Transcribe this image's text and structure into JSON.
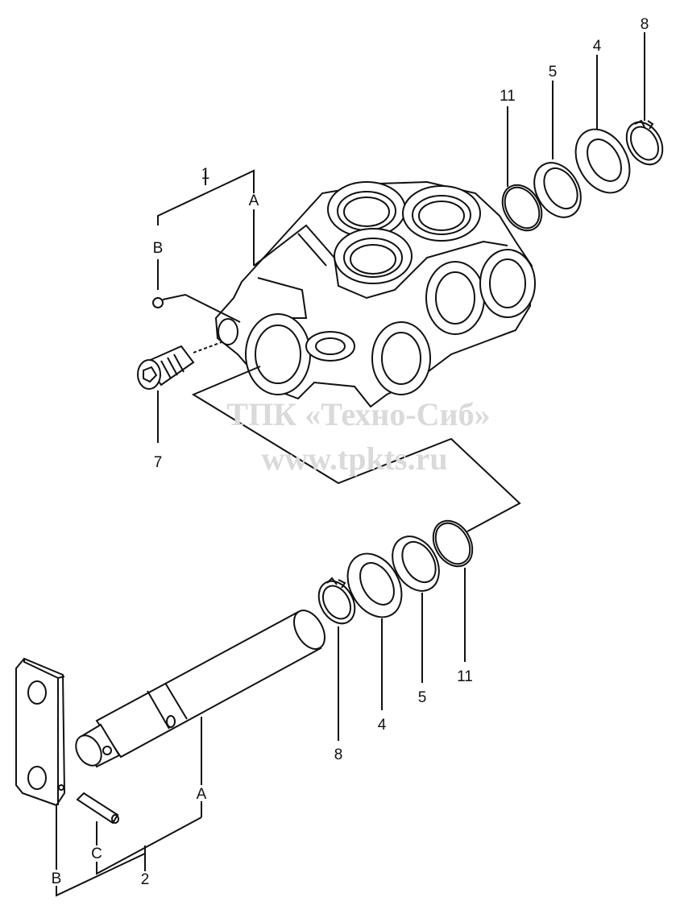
{
  "watermark": {
    "company": "ТПК «Техно-Сиб»",
    "url": "www.tpkts.ru"
  },
  "labels": {
    "top_group_number": "1",
    "top_ref_a": "A",
    "top_ref_b": "B",
    "plug_number": "7",
    "top_oring_number": "11",
    "top_ring5_number": "5",
    "top_washer4_number": "4",
    "top_snapring8_number": "8",
    "bottom_snapring8_number": "8",
    "bottom_washer4_number": "4",
    "bottom_ring5_number": "5",
    "bottom_oring_number": "11",
    "bottom_ref_a": "A",
    "bottom_ref_b": "B",
    "bottom_ref_c": "C",
    "bottom_group_number": "2"
  },
  "colors": {
    "line": "#111111",
    "watermark": "#dadada"
  }
}
